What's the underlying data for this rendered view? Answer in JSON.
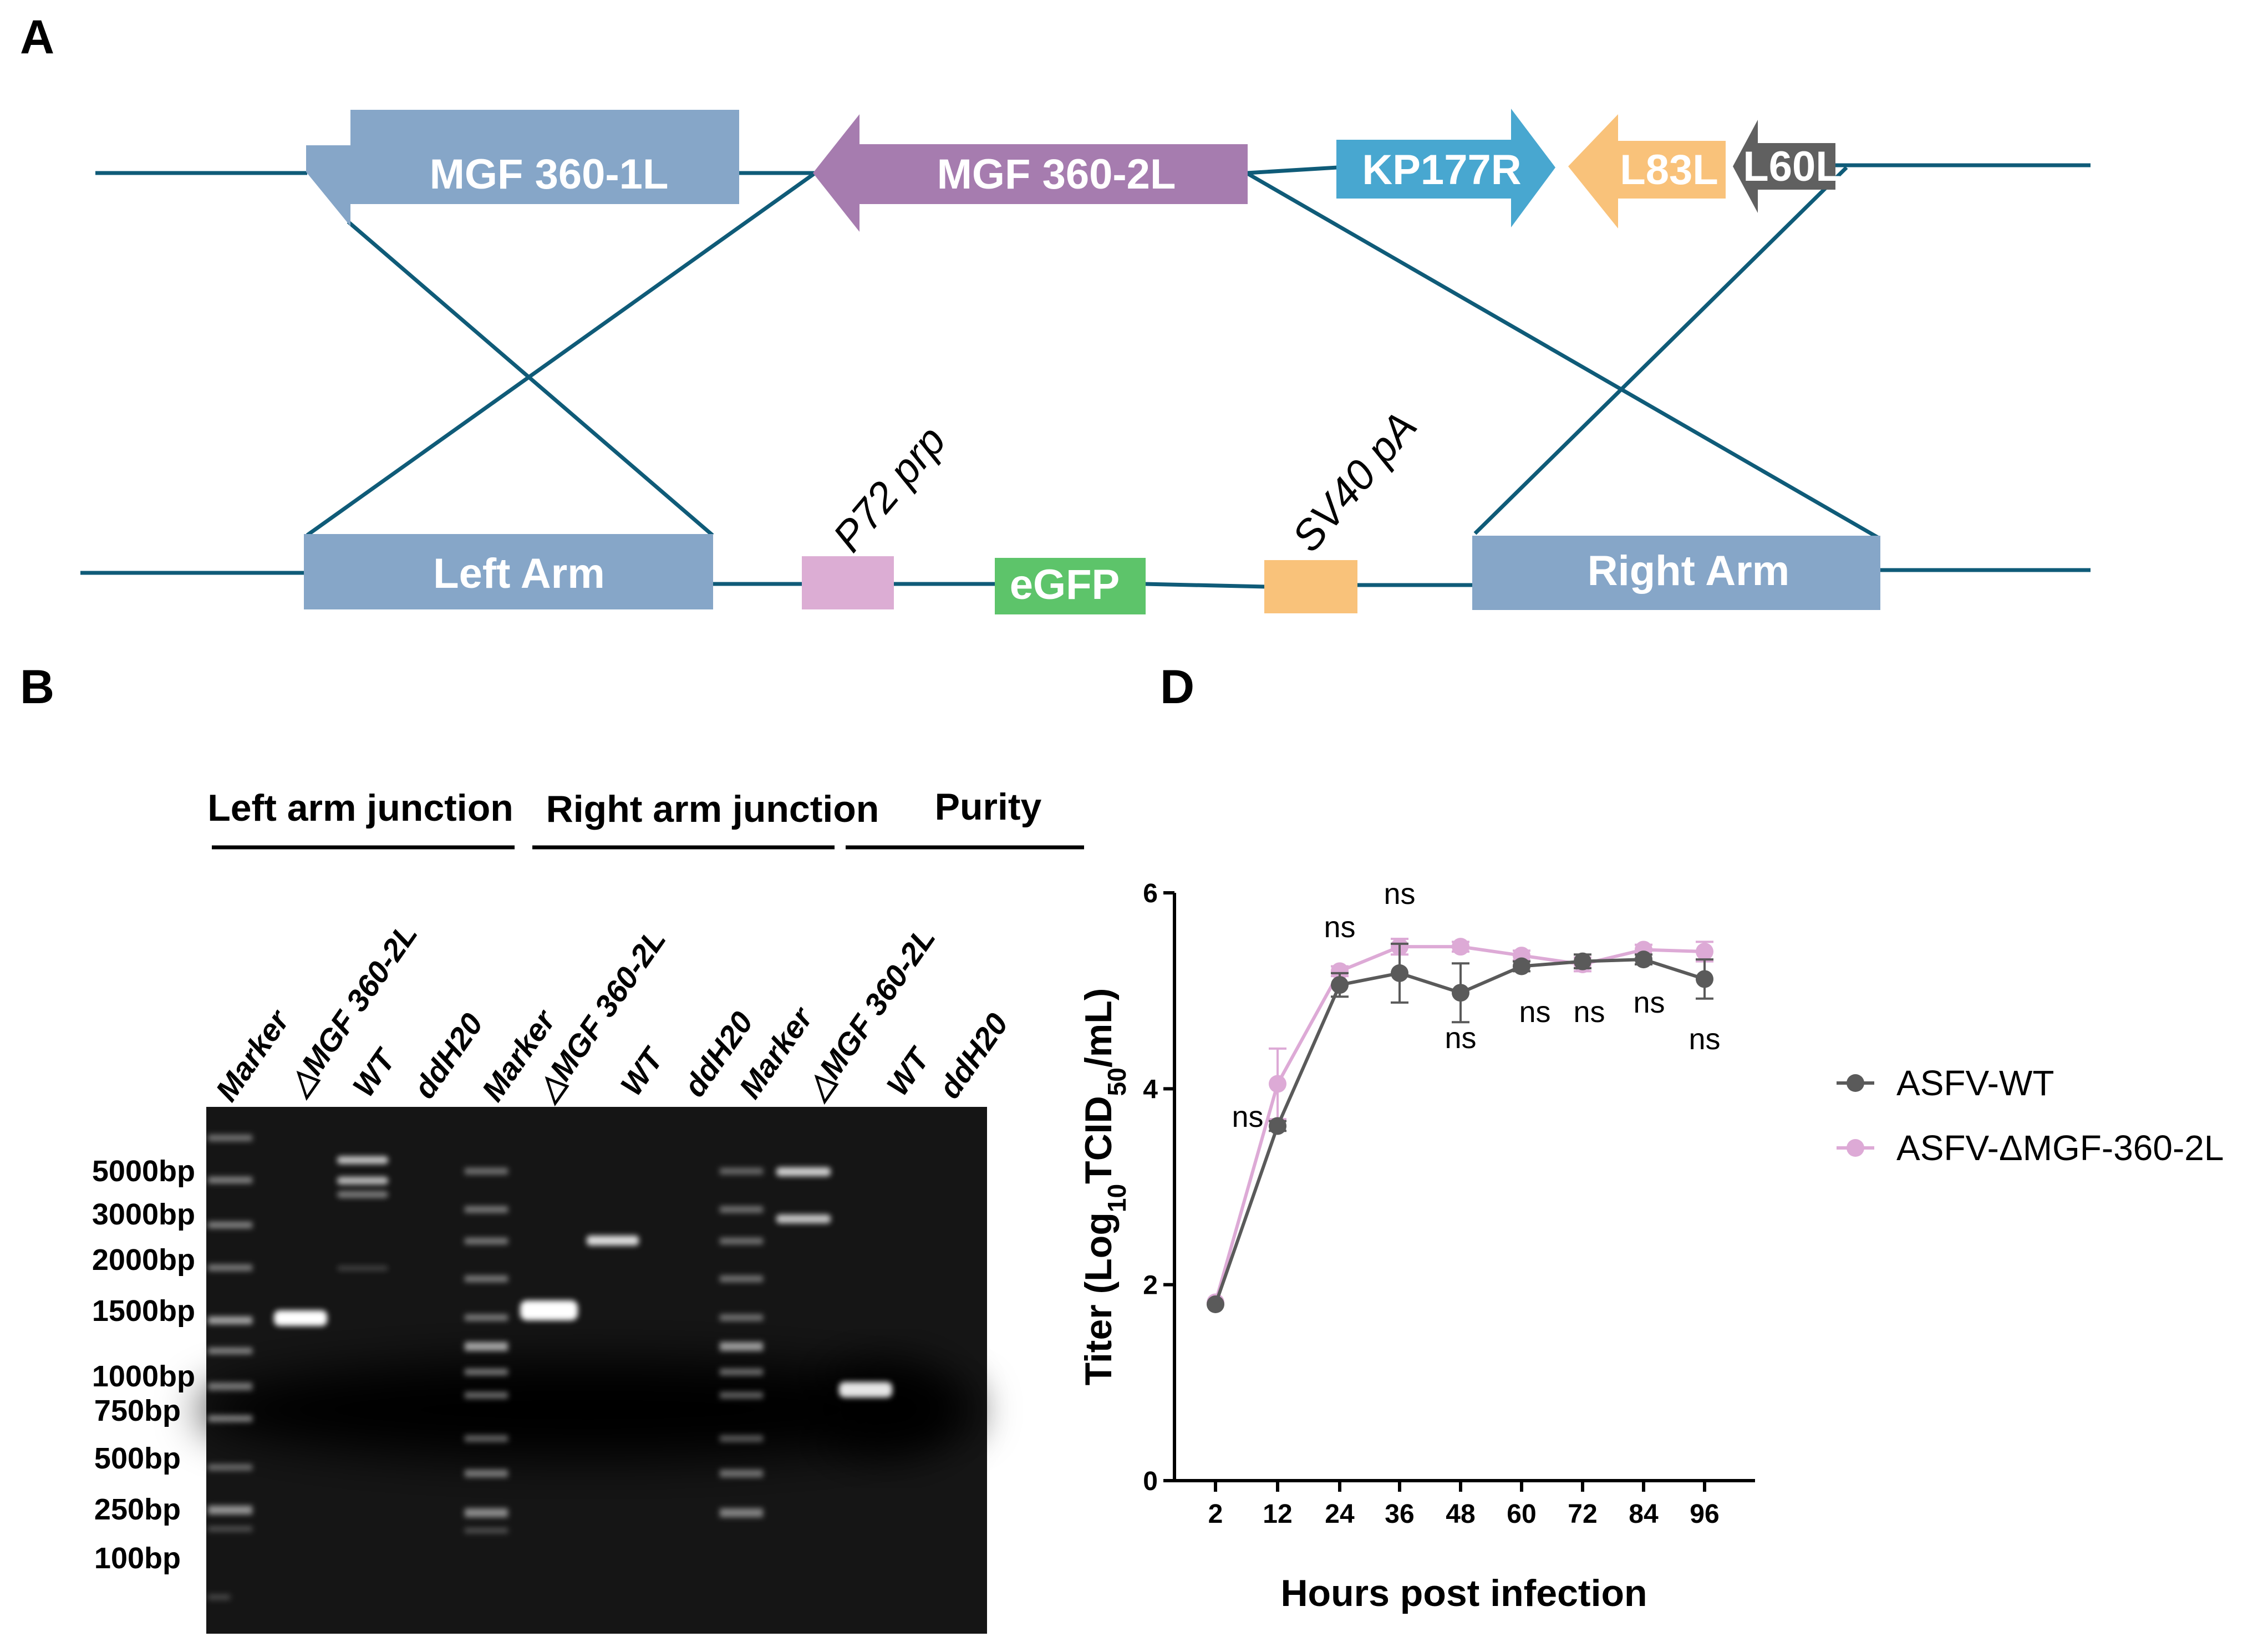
{
  "panels": {
    "a": "A",
    "b": "B",
    "d": "D"
  },
  "diagram": {
    "genes": [
      {
        "id": "mgf3601l",
        "label": "MGF 360-1L",
        "color": "#86a6c8"
      },
      {
        "id": "mgf3602l",
        "label": "MGF 360-2L",
        "color": "#a67caf"
      },
      {
        "id": "kp177r",
        "label": "KP177R",
        "color": "#48a7d0"
      },
      {
        "id": "l83l",
        "label": "L83L",
        "color": "#f9c27a"
      },
      {
        "id": "l60l",
        "label": "L60L",
        "color": "#606060"
      }
    ],
    "cassette": {
      "left_arm": "Left Arm",
      "right_arm": "Right Arm",
      "egfp": "eGFP",
      "p72": "P72 prp",
      "sv40": "SV40 pA"
    },
    "colors": {
      "line": "#0f5b78",
      "arm": "#86a6c8",
      "p72_box": "#dcadd4",
      "egfp_box": "#5dc46a",
      "sv40_box": "#f9c27a"
    }
  },
  "gel": {
    "groups": [
      "Left arm junction",
      "Right arm junction",
      "Purity"
    ],
    "lanes": [
      "Marker",
      "△MGF 360-2L",
      "WT",
      "ddH20",
      "Marker",
      "△MGF 360-2L",
      "WT",
      "ddH20",
      "Marker",
      "△MGF 360-2L",
      "WT",
      "ddH20"
    ],
    "ladder": [
      "5000bp",
      "3000bp",
      "2000bp",
      "1500bp",
      "1000bp",
      "750bp",
      "500bp",
      "250bp",
      "100bp"
    ]
  },
  "chart_data": {
    "type": "line",
    "xlabel": "Hours post infection",
    "ylabel_parts": [
      "Titer (Log",
      "10",
      "TCID",
      "50",
      "/mL)"
    ],
    "x": [
      2,
      12,
      24,
      36,
      48,
      60,
      72,
      84,
      96
    ],
    "ylim": [
      0,
      6
    ],
    "yticks": [
      0,
      2,
      4,
      6
    ],
    "series": [
      {
        "name": "ASFV-WT",
        "color": "#5a5a5a",
        "values": [
          1.8,
          3.62,
          5.06,
          5.18,
          4.98,
          5.25,
          5.3,
          5.32,
          5.12
        ],
        "errors": [
          0.03,
          0.05,
          0.12,
          0.3,
          0.3,
          0.05,
          0.07,
          0.05,
          0.2
        ]
      },
      {
        "name": "ASFV-ΔMGF-360-2L",
        "color": "#ddaad6",
        "values": [
          1.82,
          4.05,
          5.2,
          5.45,
          5.45,
          5.36,
          5.27,
          5.42,
          5.4
        ],
        "errors": [
          0.03,
          0.36,
          0.05,
          0.08,
          0.05,
          0.05,
          0.07,
          0.05,
          0.1
        ]
      }
    ],
    "annotations": [
      "ns",
      "ns",
      "ns",
      "ns",
      "ns",
      "ns",
      "ns",
      "ns"
    ]
  }
}
